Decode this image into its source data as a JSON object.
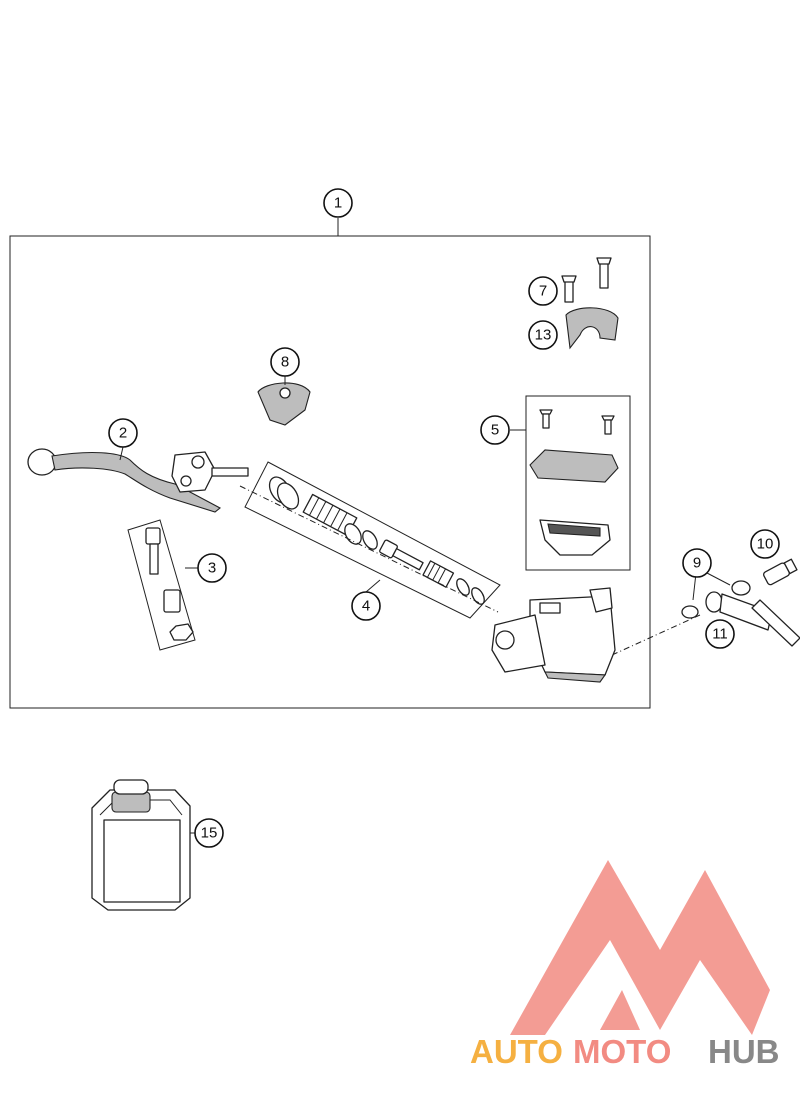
{
  "callouts": [
    {
      "label": "1"
    },
    {
      "label": "2"
    },
    {
      "label": "3"
    },
    {
      "label": "4"
    },
    {
      "label": "5"
    },
    {
      "label": "7"
    },
    {
      "label": "8"
    },
    {
      "label": "9"
    },
    {
      "label": "10"
    },
    {
      "label": "11"
    },
    {
      "label": "13"
    },
    {
      "label": "15"
    }
  ],
  "watermark": {
    "part1": "AUTO",
    "part2": "MOTO",
    "part3": "HUB",
    "color_primary": "#f28b82",
    "color_secondary": "#f5b041",
    "color_tertiary": "#888888"
  }
}
